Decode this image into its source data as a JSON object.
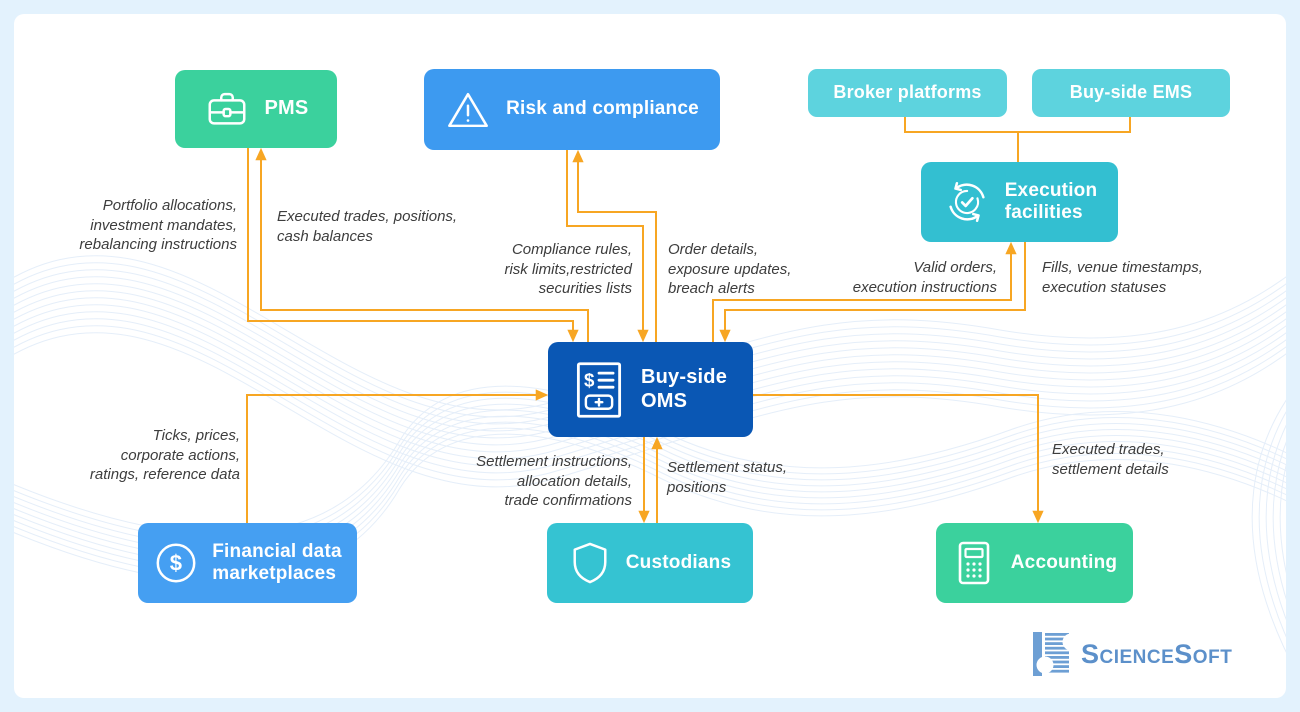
{
  "palette": {
    "frame_bg": "#e3f2fd",
    "surface_bg": "#ffffff",
    "arrow": "#f7a623",
    "label_text": "#3d3d3d",
    "logo_blue": "#5c90ca"
  },
  "nodes": {
    "pms": {
      "label": "PMS",
      "icon": "briefcase-icon",
      "color": "#3bd19d"
    },
    "risk": {
      "label": "Risk and compliance",
      "icon": "warning-triangle-icon",
      "color": "#3d9af0"
    },
    "broker": {
      "label": "Broker platforms",
      "icon": "",
      "color": "#5dd3de"
    },
    "ems": {
      "label": "Buy-side EMS",
      "icon": "",
      "color": "#5dd3de"
    },
    "execution": {
      "label": "Execution\nfacilities",
      "icon": "sync-check-icon",
      "color": "#33bfd1"
    },
    "oms": {
      "label": "Buy-side\nOMS",
      "icon": "order-document-icon",
      "color": "#0a57b4"
    },
    "fdm": {
      "label": "Financial data\nmarketplaces",
      "icon": "dollar-circle-icon",
      "color": "#459ff2"
    },
    "custodians": {
      "label": "Custodians",
      "icon": "shield-icon",
      "color": "#35c3d2"
    },
    "accounting": {
      "label": "Accounting",
      "icon": "calculator-icon",
      "color": "#3bd19d"
    }
  },
  "edge_labels": {
    "pms_to_oms": "Portfolio allocations,\ninvestment mandates,\nrebalancing instructions",
    "oms_to_pms": "Executed trades, positions,\ncash balances",
    "risk_to_oms": "Compliance rules,\nrisk limits,restricted\nsecurities lists",
    "oms_to_risk": "Order details,\nexposure updates,\nbreach alerts",
    "oms_to_execution": "Valid orders,\nexecution instructions",
    "execution_to_oms": "Fills, venue timestamps,\nexecution statuses",
    "fdm_to_oms": "Ticks, prices,\ncorporate actions,\nratings, reference data",
    "oms_to_custodians": "Settlement instructions,\nallocation details,\ntrade confirmations",
    "custodians_to_oms": "Settlement status,\npositions",
    "oms_to_accounting": "Executed trades,\nsettlement details"
  },
  "logo": {
    "text": "ScienceSoft"
  }
}
